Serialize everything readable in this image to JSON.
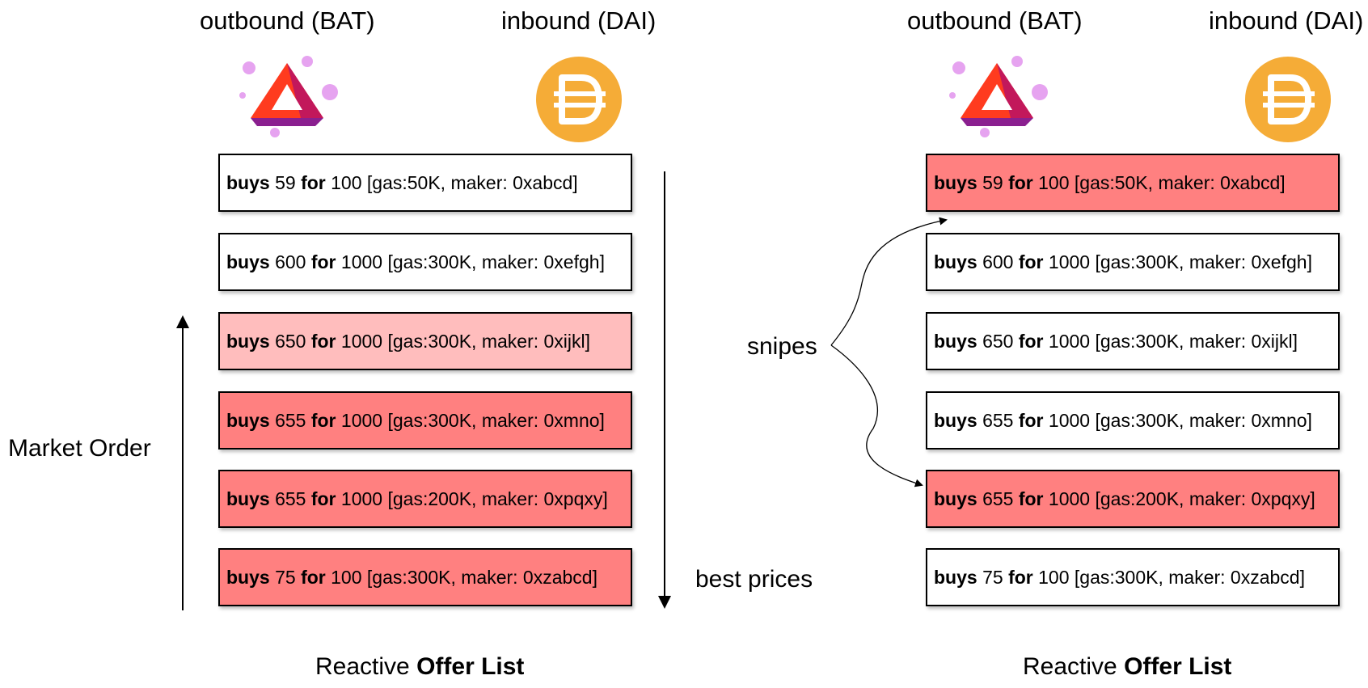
{
  "left_panel": {
    "outbound_label": "outbound (BAT)",
    "inbound_label": "inbound (DAI)",
    "offers": [
      {
        "buys": "buys",
        "amount": "59",
        "for": "for",
        "price": "100",
        "meta": "[gas:50K, maker: 0xabcd]",
        "state": "plain"
      },
      {
        "buys": "buys",
        "amount": "600",
        "for": "for",
        "price": "1000",
        "meta": "[gas:300K, maker: 0xefgh]",
        "state": "plain"
      },
      {
        "buys": "buys",
        "amount": "650",
        "for": "for",
        "price": "1000",
        "meta": "[gas:300K, maker: 0xijkl]",
        "state": "light"
      },
      {
        "buys": "buys",
        "amount": "655",
        "for": "for",
        "price": "1000",
        "meta": "[gas:300K, maker: 0xmno]",
        "state": "red"
      },
      {
        "buys": "buys",
        "amount": "655",
        "for": "for",
        "price": "1000",
        "meta": "[gas:200K, maker: 0xpqxy]",
        "state": "red"
      },
      {
        "buys": "buys",
        "amount": "75",
        "for": "for",
        "price": "100",
        "meta": "[gas:300K, maker: 0xzabcd]",
        "state": "red"
      }
    ],
    "market_order_label": "Market Order",
    "best_prices_label": "best prices",
    "caption_prefix": "Reactive",
    "caption_bold": "Offer List"
  },
  "right_panel": {
    "outbound_label": "outbound (BAT)",
    "inbound_label": "inbound (DAI)",
    "offers": [
      {
        "buys": "buys",
        "amount": "59",
        "for": "for",
        "price": "100",
        "meta": "[gas:50K, maker: 0xabcd]",
        "state": "red"
      },
      {
        "buys": "buys",
        "amount": "600",
        "for": "for",
        "price": "1000",
        "meta": "[gas:300K, maker: 0xefgh]",
        "state": "plain"
      },
      {
        "buys": "buys",
        "amount": "650",
        "for": "for",
        "price": "1000",
        "meta": "[gas:300K, maker: 0xijkl]",
        "state": "plain"
      },
      {
        "buys": "buys",
        "amount": "655",
        "for": "for",
        "price": "1000",
        "meta": "[gas:300K, maker: 0xmno]",
        "state": "plain"
      },
      {
        "buys": "buys",
        "amount": "655",
        "for": "for",
        "price": "1000",
        "meta": "[gas:200K, maker: 0xpqxy]",
        "state": "red"
      },
      {
        "buys": "buys",
        "amount": "75",
        "for": "for",
        "price": "100",
        "meta": "[gas:300K, maker: 0xzabcd]",
        "state": "plain"
      }
    ],
    "snipes_label": "snipes",
    "caption_prefix": "Reactive",
    "caption_bold": "Offer List"
  },
  "colors": {
    "taken_offer": "#ff8080",
    "partial_offer": "#ffbdbd",
    "bat_red": "#ff3b1f",
    "bat_purple": "#8a1f8f",
    "dai_orange": "#f5ac37"
  },
  "icons": [
    "bat-logo-icon",
    "dai-logo-icon"
  ]
}
